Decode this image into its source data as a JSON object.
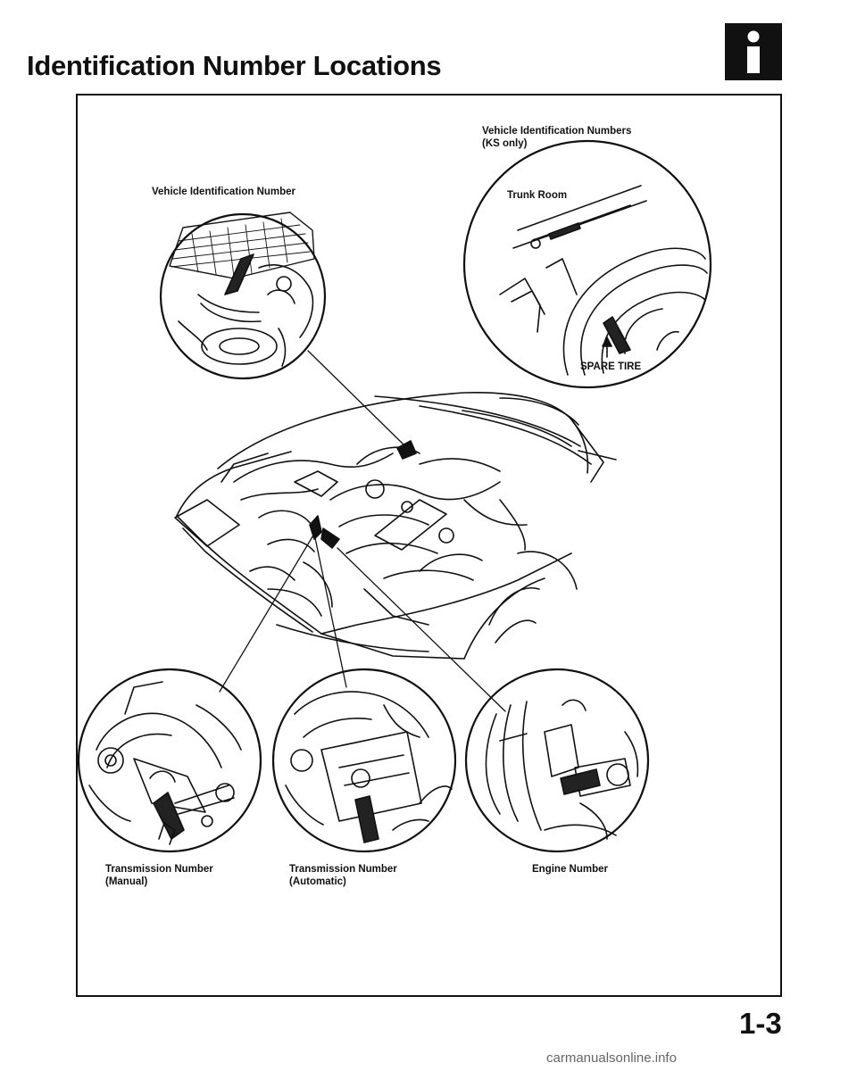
{
  "page": {
    "title": "Identification Number Locations",
    "section_icon": "info-icon",
    "page_number": "1-3",
    "footer_url": "carmanualsonline.info"
  },
  "labels": {
    "vin_kS_line1": "Vehicle Identification Numbers",
    "vin_kS_line2": "(KS only)",
    "vin": "Vehicle Identification Number",
    "trunk_room": "Trunk Room",
    "spare_tire": "SPARE TIRE",
    "trans_manual_line1": "Transmission Number",
    "trans_manual_line2": "(Manual)",
    "trans_auto_line1": "Transmission Number",
    "trans_auto_line2": "(Automatic)",
    "engine": "Engine Number"
  }
}
